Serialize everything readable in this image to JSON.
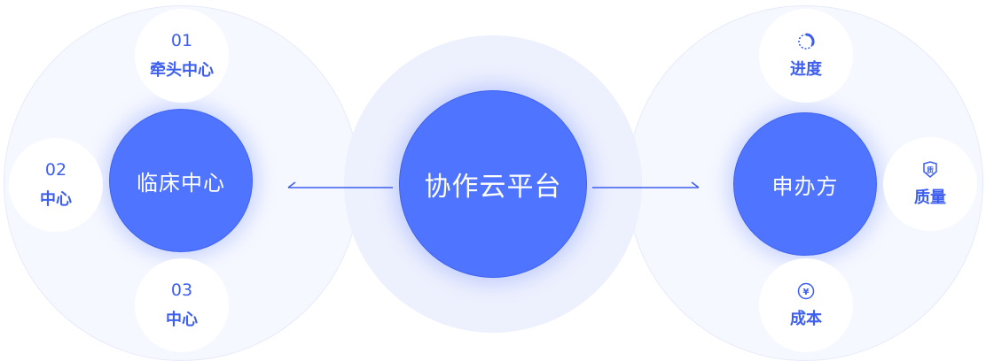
{
  "center": {
    "label": "协作云平台"
  },
  "left_hub": {
    "label": "临床中心",
    "satellites": [
      {
        "number": "01",
        "label": "牵头中心"
      },
      {
        "number": "02",
        "label": "中心"
      },
      {
        "number": "03",
        "label": "中心"
      }
    ]
  },
  "right_hub": {
    "label": "申办方",
    "satellites": [
      {
        "icon": "progress-icon",
        "label": "进度"
      },
      {
        "icon": "quality-shield-icon",
        "label": "质量",
        "icon_text": "质"
      },
      {
        "icon": "yuan-coin-icon",
        "label": "成本",
        "icon_text": "¥"
      }
    ]
  },
  "colors": {
    "primary": "#4f74ff",
    "text": "#3d5ef0",
    "halo": "#f6f8ff"
  }
}
